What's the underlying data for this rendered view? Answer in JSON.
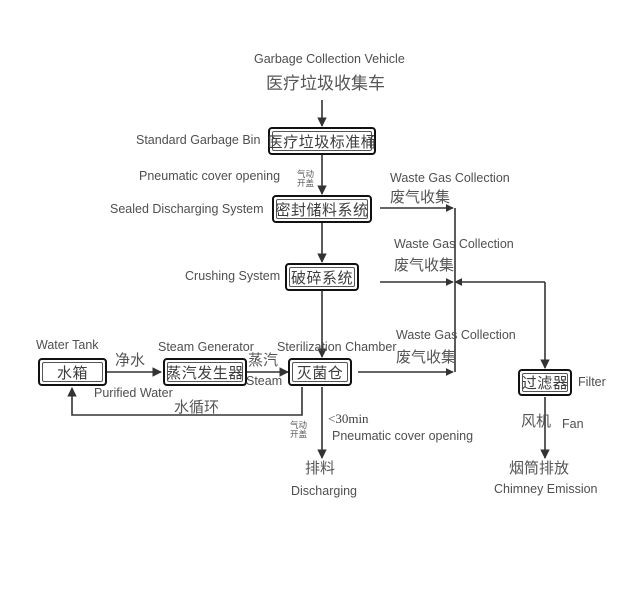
{
  "diagram": {
    "title_cn": "医疗垃圾收集车",
    "title_en": "Garbage Collection Vehicle"
  },
  "boxes": {
    "standard_bin": {
      "cn": "医疗垃圾标准桶",
      "en": "Standard Garbage Bin"
    },
    "sealed_discharge": {
      "cn": "密封储料系统",
      "en": "Sealed  Discharging System"
    },
    "crushing": {
      "cn": "破碎系统",
      "en": "Crushing System"
    },
    "water_tank": {
      "cn": "水箱",
      "en": "Water Tank"
    },
    "steam_generator": {
      "cn": "蒸汽发生器",
      "en": "Steam Generator"
    },
    "sterilization": {
      "cn": "灭菌仓",
      "en": "Sterilization Chamber"
    },
    "filter": {
      "cn": "过滤器",
      "en": "Filter"
    }
  },
  "edges": {
    "pneumatic_top": {
      "en": "Pneumatic cover opening",
      "cn_line1": "气动",
      "cn_line2": "开盖"
    },
    "pneumatic_bottom": {
      "en": "Pneumatic cover opening",
      "cn_line1": "气动",
      "cn_line2": "开盖",
      "time": "<30min"
    },
    "waste_gas_1": {
      "en": "Waste Gas Collection",
      "cn": "废气收集"
    },
    "waste_gas_2": {
      "en": "Waste Gas Collection",
      "cn": "废气收集"
    },
    "waste_gas_3": {
      "en": "Waste Gas Collection",
      "cn": "废气收集"
    },
    "purified_water": {
      "cn": "净水",
      "en": "Purified Water"
    },
    "steam": {
      "cn": "蒸汽",
      "en": "Steam"
    },
    "water_cycle": {
      "cn": "水循环"
    },
    "fan": {
      "cn": "风机",
      "en": "Fan"
    }
  },
  "outputs": {
    "discharging": {
      "cn": "排料",
      "en": "Discharging"
    },
    "chimney": {
      "cn": "烟筒排放",
      "en": "Chimney Emission"
    }
  },
  "colors": {
    "line": "#333333",
    "box_border": "#111111",
    "text": "#4a4a4a",
    "background": "#ffffff"
  }
}
